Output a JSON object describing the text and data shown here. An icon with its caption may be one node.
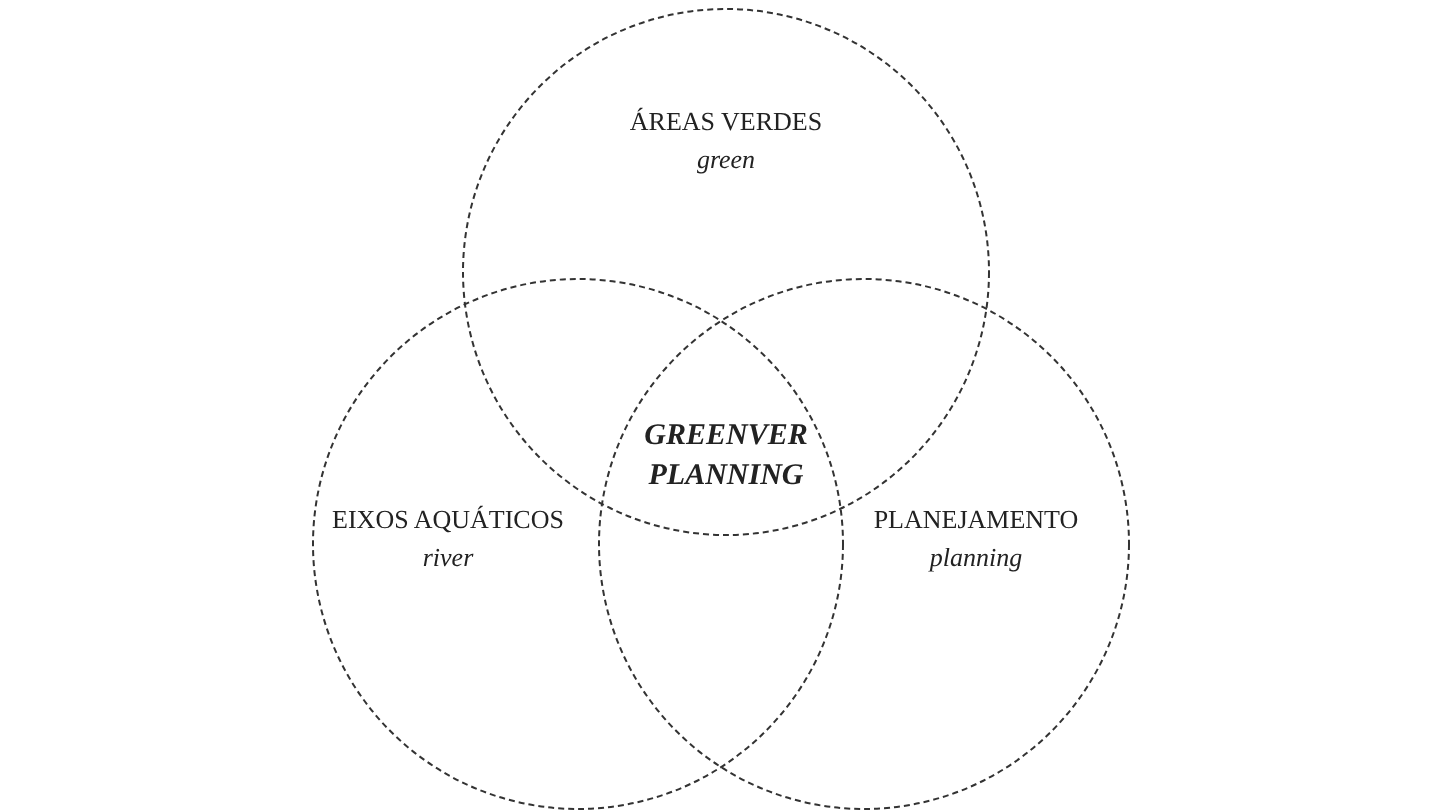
{
  "diagram": {
    "nodes": [
      {
        "text": [
          "ÁREAS VERDES",
          "green"
        ]
      },
      {
        "text": [
          "EIXOS AQUÁTICOS",
          "river"
        ]
      },
      {
        "text": [
          "PLANEJAMENTO",
          "planning"
        ]
      }
    ],
    "labels": [
      "GREENVER PLANNING"
    ]
  }
}
